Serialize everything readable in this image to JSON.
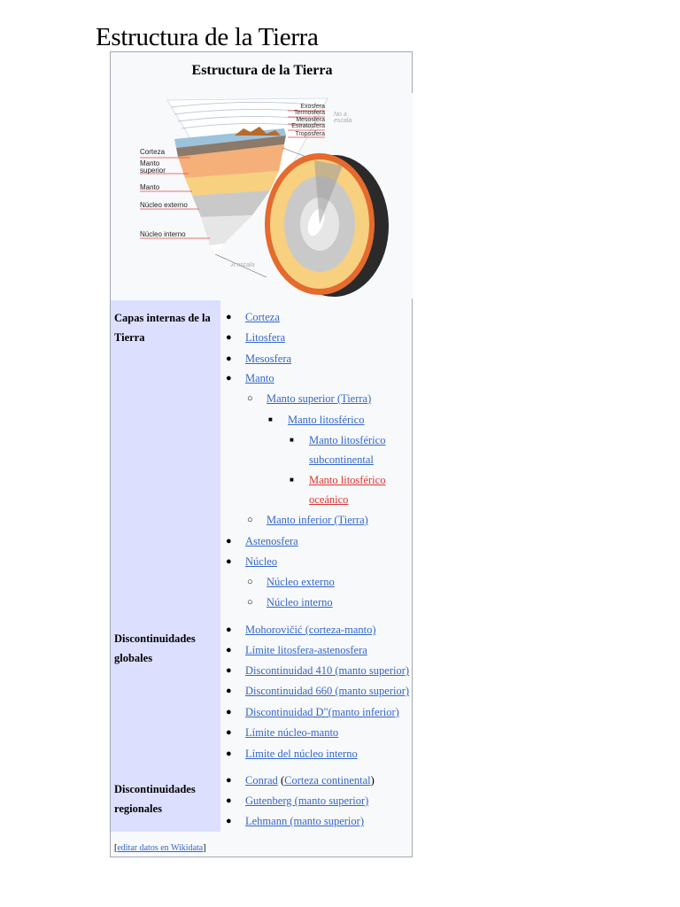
{
  "page": {
    "title": "Estructura de la Tierra"
  },
  "infobox": {
    "title": "Estructura de la Tierra",
    "diagram": {
      "atmosphere_labels": [
        "Exosfera",
        "Termosfera",
        "Mesosfera",
        "Estratosfera",
        "Troposfera"
      ],
      "layer_labels": [
        "Corteza",
        "Manto",
        "superior",
        "Manto",
        "Núcleo externo",
        "Núcleo interno"
      ],
      "note_top_1": "No a",
      "note_top_2": "escala",
      "note_bottom": "A escala"
    },
    "sections": [
      {
        "label_line1": "Capas internas de la",
        "label_line2": "Tierra",
        "items": [
          {
            "text": "Corteza",
            "level": 0
          },
          {
            "text": "Litosfera",
            "level": 0
          },
          {
            "text": "Mesosfera",
            "level": 0
          },
          {
            "text": "Manto",
            "level": 0
          },
          {
            "text": "Manto superior (Tierra)",
            "level": 1
          },
          {
            "text": "Manto litosférico",
            "level": 2
          },
          {
            "text": "Manto litosférico",
            "text2": "subcontinental",
            "level": 3
          },
          {
            "text": "Manto litosférico",
            "text2": "oceánico",
            "level": 3,
            "red": true
          },
          {
            "text": "Manto inferior (Tierra)",
            "level": 1
          },
          {
            "text": "Astenosfera",
            "level": 0
          },
          {
            "text": "Núcleo",
            "level": 0
          },
          {
            "text": "Núcleo externo",
            "level": 1
          },
          {
            "text": "Núcleo interno",
            "level": 1
          }
        ]
      },
      {
        "label_line1": "Discontinuidades",
        "label_line2": "globales",
        "items": [
          {
            "text": "Mohorovičić (corteza-manto)",
            "level": 0
          },
          {
            "text": "Límite litosfera-astenosfera",
            "level": 0
          },
          {
            "text": "Discontinuidad 410 (manto superior)",
            "level": 0
          },
          {
            "text": "Discontinuidad 660 (manto superior)",
            "level": 0
          },
          {
            "text": "Discontinuidad D\"(manto inferior)",
            "level": 0
          },
          {
            "text": "Límite núcleo-manto",
            "level": 0
          },
          {
            "text": "Límite del núcleo interno",
            "level": 0
          }
        ]
      },
      {
        "label_line1": "Discontinuidades",
        "label_line2": "regionales",
        "items": [
          {
            "text": "Conrad",
            "paren_open": " (",
            "link2": "Corteza continental",
            "paren_close": ")",
            "level": 0
          },
          {
            "text": "Gutenberg (manto superior)",
            "level": 0
          },
          {
            "text": "Lehmann (manto superior)",
            "level": 0
          }
        ]
      }
    ],
    "footer": {
      "open": "[",
      "link": "editar datos en Wikidata",
      "close": "]"
    }
  }
}
